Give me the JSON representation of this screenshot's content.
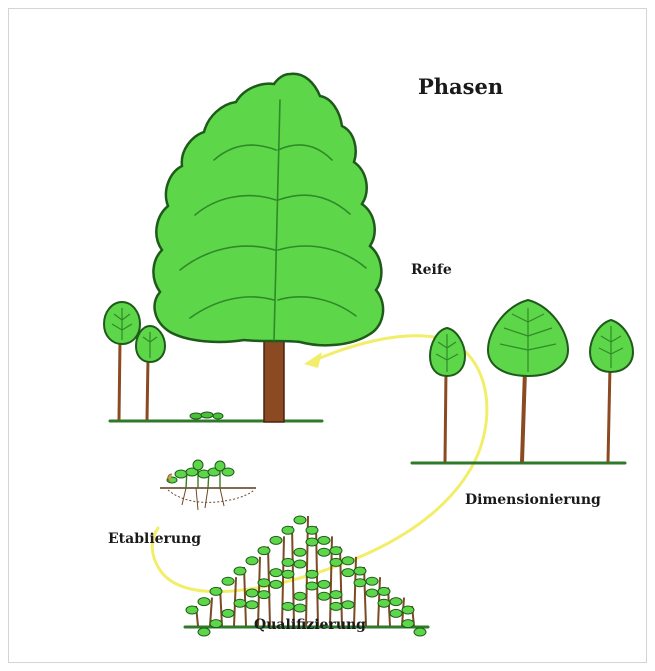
{
  "title": "Phasen",
  "phases": {
    "reife": "Reife",
    "dimensionierung": "Dimensionierung",
    "etablierung": "Etablierung",
    "qualifizierung": "Qualifizierung"
  },
  "colors": {
    "foliage": "#5ed64a",
    "foliage_dark": "#3aa531",
    "outline": "#1e5a1a",
    "trunk": "#8b4a22",
    "ground": "#2f7a2a",
    "cycle_arrow": "#f2f07a",
    "background": "#ffffff"
  }
}
